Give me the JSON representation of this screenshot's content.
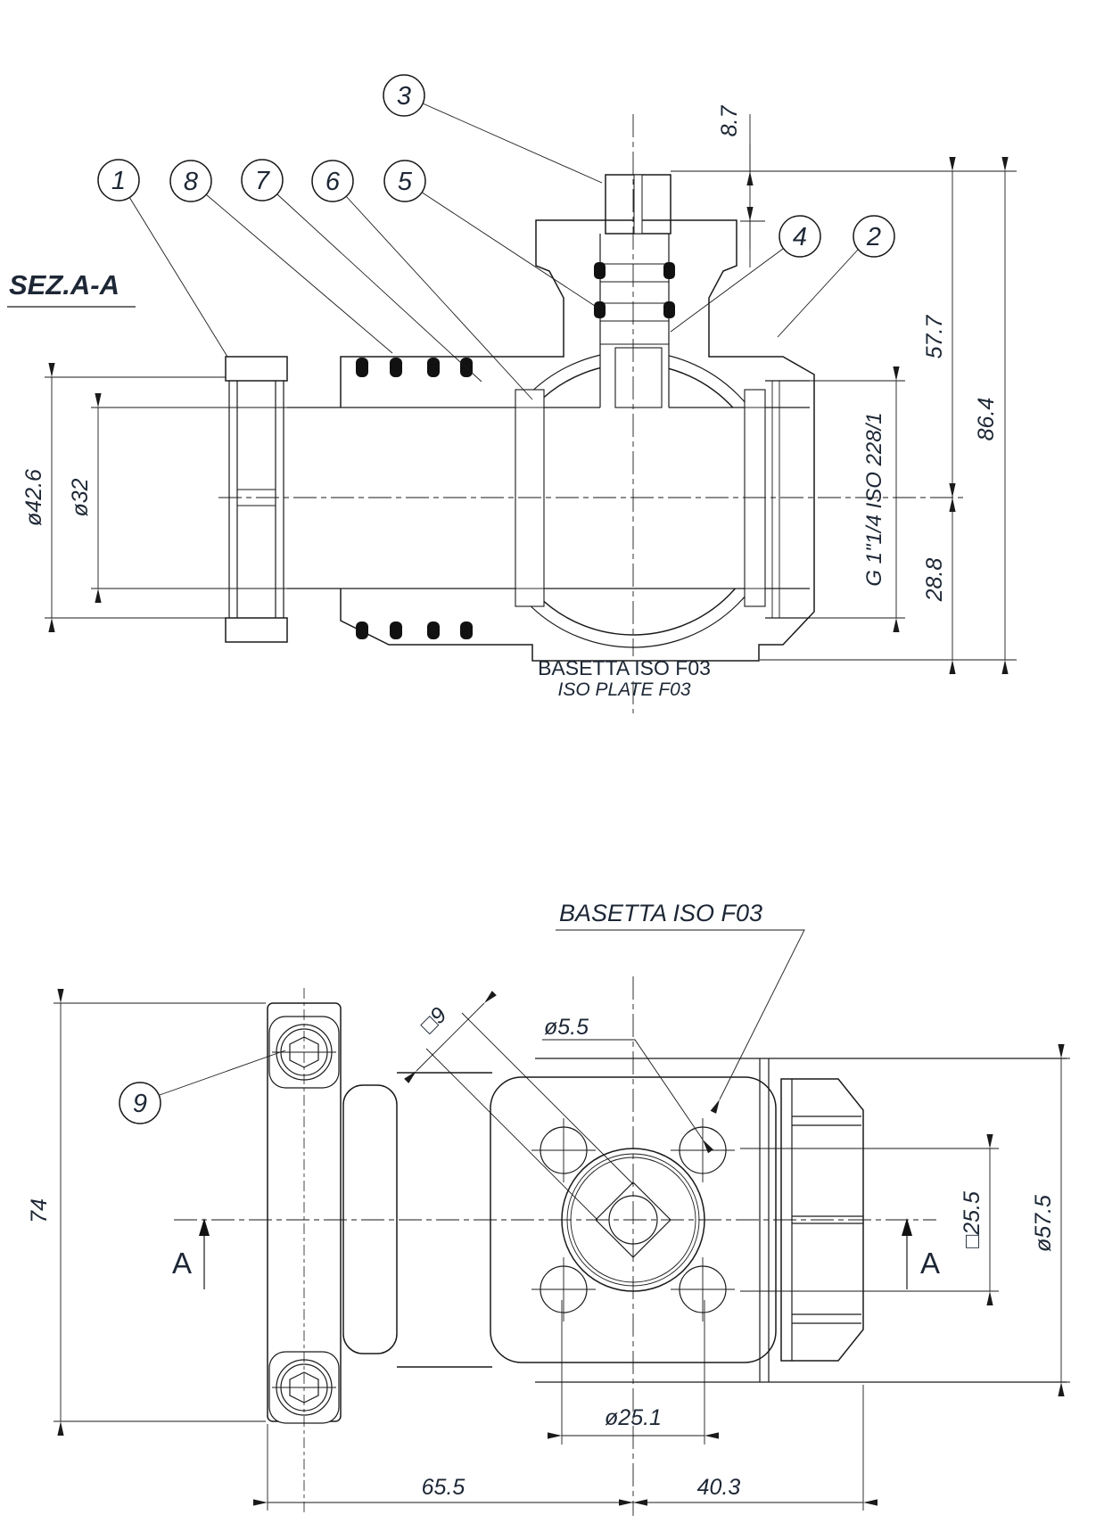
{
  "drawing": {
    "section_label": "SEZ.A-A",
    "balloons": {
      "b1": "1",
      "b2": "2",
      "b3": "3",
      "b4": "4",
      "b5": "5",
      "b6": "6",
      "b7": "7",
      "b8": "8",
      "b9": "9"
    },
    "top_view": {
      "dims": {
        "d87": "8.7",
        "d577": "57.7",
        "d864": "86.4",
        "d288": "28.8",
        "d426": "ø42.6",
        "d32": "ø32",
        "thread": "G 1\"1/4 ISO 228/1"
      },
      "note_line1": "BASETTA ISO F03",
      "note_line2": "ISO PLATE F03"
    },
    "bottom_view": {
      "plate_label": "BASETTA ISO F03",
      "dims": {
        "d74": "74",
        "d9": "□9",
        "d55": "ø5.5",
        "d255": "□25.5",
        "d575": "ø57.5",
        "d251": "ø25.1",
        "d655": "65.5",
        "d403": "40.3"
      },
      "section_arrow_left": "A",
      "section_arrow_right": "A"
    }
  }
}
